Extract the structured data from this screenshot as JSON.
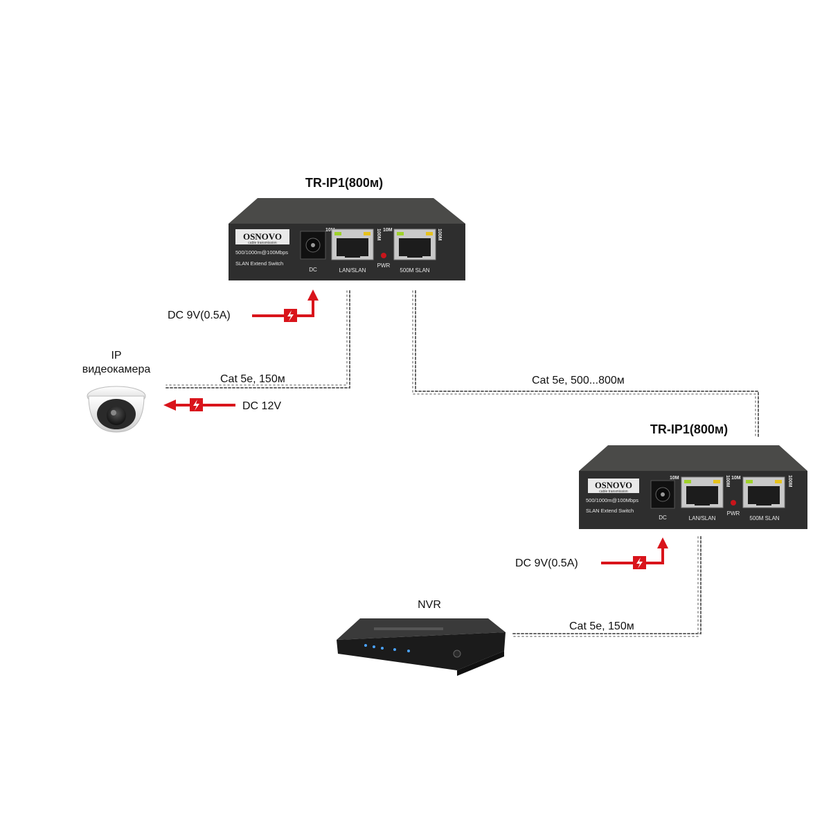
{
  "colors": {
    "device_top": "#4a4a48",
    "device_front": "#2e2e2e",
    "arrow_red": "#d9141b",
    "cable": "#555555",
    "led_green": "#9fd12a",
    "led_amber": "#e6c21c",
    "pwr_led": "#c8151b"
  },
  "devices": {
    "extender_1": {
      "title": "TR-IP1(800м)",
      "logo": "OSNOVO",
      "logo_sub": "cable transmission",
      "spec_line1": "500/1000m@100Mbps",
      "spec_line2": "SLAN Extend Switch",
      "port_dc": "DC",
      "port_lan": "LAN/SLAN",
      "port_pwr": "PWR",
      "port_slan": "500M SLAN",
      "led_10m_a": "10M",
      "led_100m_a": "100M",
      "led_10m_b": "10M",
      "led_100m_b": "100M"
    },
    "extender_2": {
      "title": "TR-IP1(800м)",
      "logo": "OSNOVO",
      "logo_sub": "cable transmission",
      "spec_line1": "500/1000m@100Mbps",
      "spec_line2": "SLAN Extend Switch",
      "port_dc": "DC",
      "port_lan": "LAN/SLAN",
      "port_pwr": "PWR",
      "port_slan": "500M SLAN",
      "led_10m_a": "10M",
      "led_100m_a": "100M",
      "led_10m_b": "10M",
      "led_100m_b": "100M"
    },
    "camera": {
      "label_line1": "IP",
      "label_line2": "видеокамера"
    },
    "nvr": {
      "label": "NVR"
    }
  },
  "connections": {
    "camera_cable": "Cat 5e, 150м",
    "camera_power": "DC 12V",
    "trunk_cable": "Cat 5e, 500...800м",
    "extender_1_power": "DC 9V(0.5A)",
    "extender_2_power": "DC 9V(0.5A)",
    "nvr_cable": "Cat 5e, 150м"
  }
}
